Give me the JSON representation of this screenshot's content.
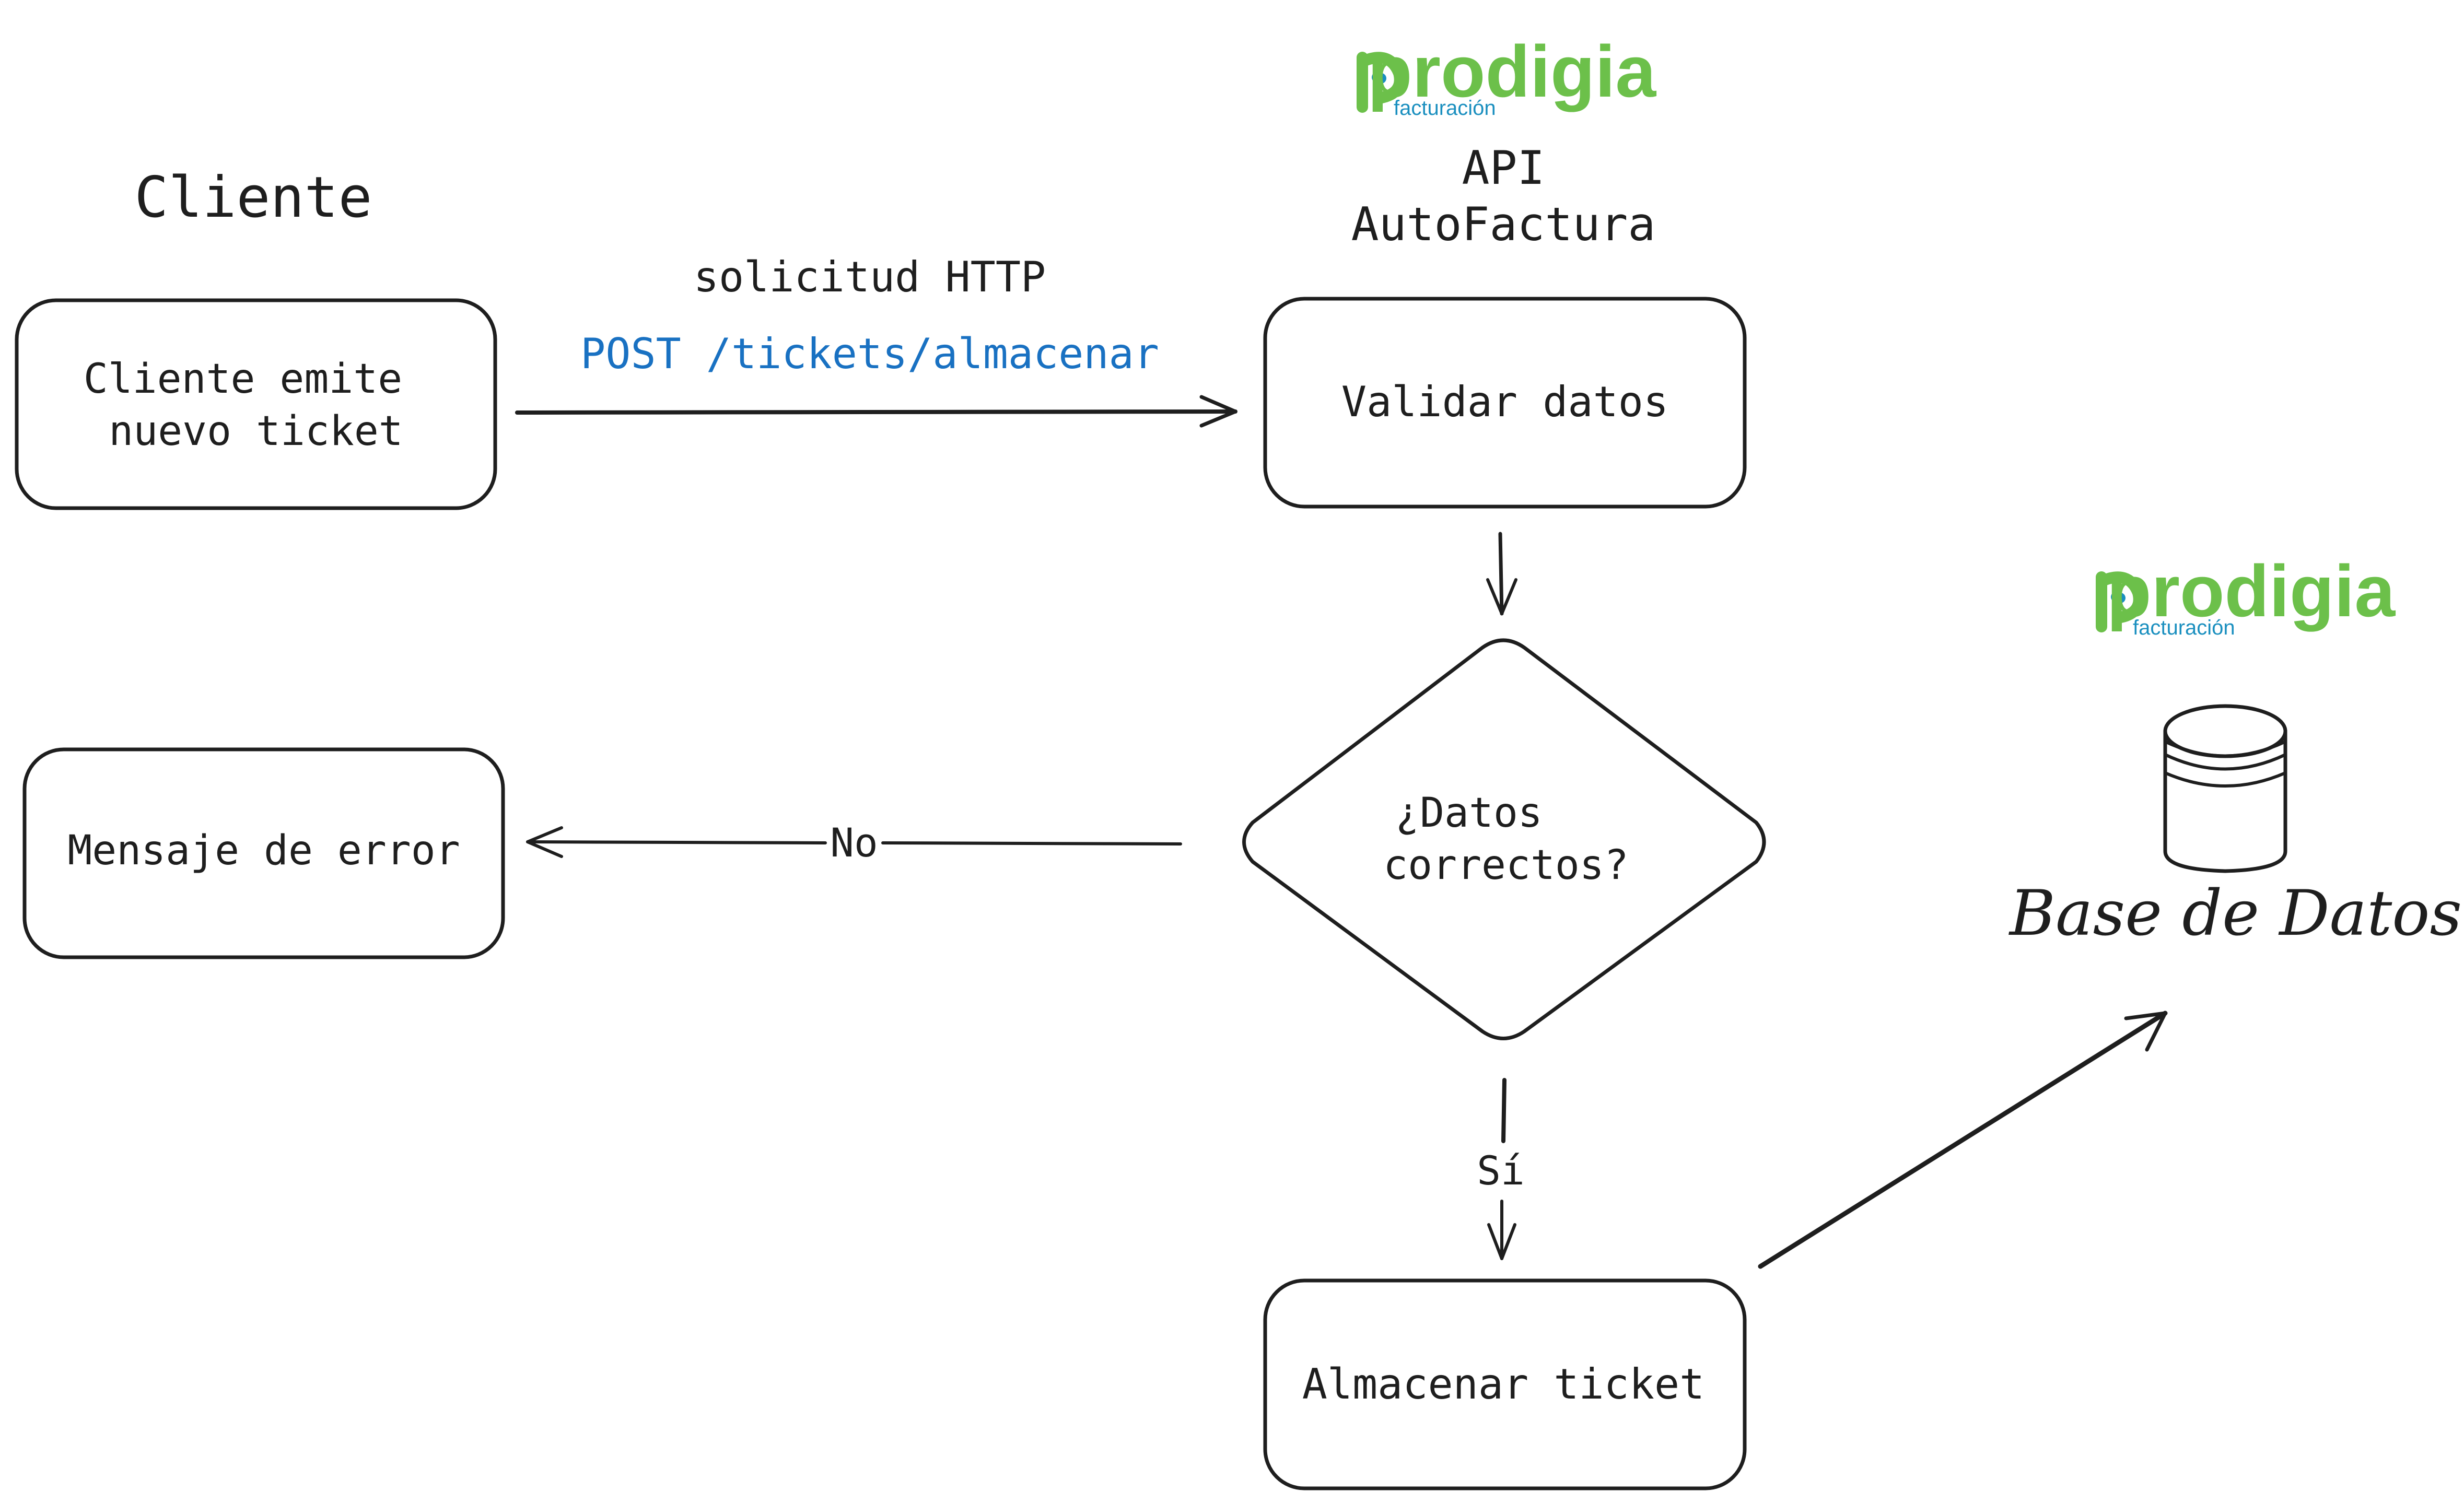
{
  "lanes": {
    "client_title": "Cliente",
    "api_title_line1": "API",
    "api_title_line2": "AutoFactura"
  },
  "logos": {
    "api_logo": {
      "word": "prodigia",
      "subtitle": "facturación"
    },
    "db_logo": {
      "word": "prodigia",
      "subtitle": "facturación"
    },
    "brand_green": "#6cc04a",
    "brand_blue": "#1a8fbf"
  },
  "nodes": {
    "client_emits": {
      "line1": "Cliente emite",
      "line2": "nuevo ticket"
    },
    "validate": {
      "label": "Validar datos"
    },
    "decision": {
      "line1": "¿Datos",
      "line2": "correctos?"
    },
    "error": {
      "label": "Mensaje de error"
    },
    "store": {
      "label": "Almacenar ticket"
    },
    "database": {
      "label": "Base de Datos",
      "icon": "database-icon"
    }
  },
  "edges": {
    "request": {
      "label": "solicitud HTTP",
      "endpoint": "POST /tickets/almacenar"
    },
    "no_branch": {
      "label": "No"
    },
    "yes_branch": {
      "label": "Sí"
    }
  },
  "colors": {
    "stroke": "#1e1e1e",
    "endpoint_blue": "#1971c2",
    "background": "#ffffff"
  }
}
